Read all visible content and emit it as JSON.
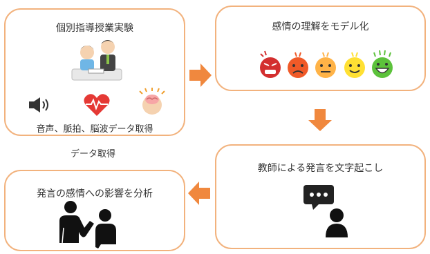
{
  "steps": {
    "step1": {
      "title": "個別指導授業実験",
      "caption": "音声、脈拍、脳波データ取得"
    },
    "step2": {
      "title": "感情の理解をモデル化"
    },
    "step3": {
      "title": "教師による発言を文字起こし"
    },
    "step4": {
      "title": "発言の感情への影響を分析"
    }
  },
  "labels": {
    "data_acquisition": "データ取得"
  },
  "colors": {
    "border": "#f2b27d",
    "arrow": "#f0883e"
  },
  "icons": [
    "teacher-student-illustration",
    "speaker-icon",
    "heart-pulse-icon",
    "brain-head-icon",
    "emotion-faces",
    "speech-bubble-person-icon",
    "two-people-talking-icon"
  ]
}
